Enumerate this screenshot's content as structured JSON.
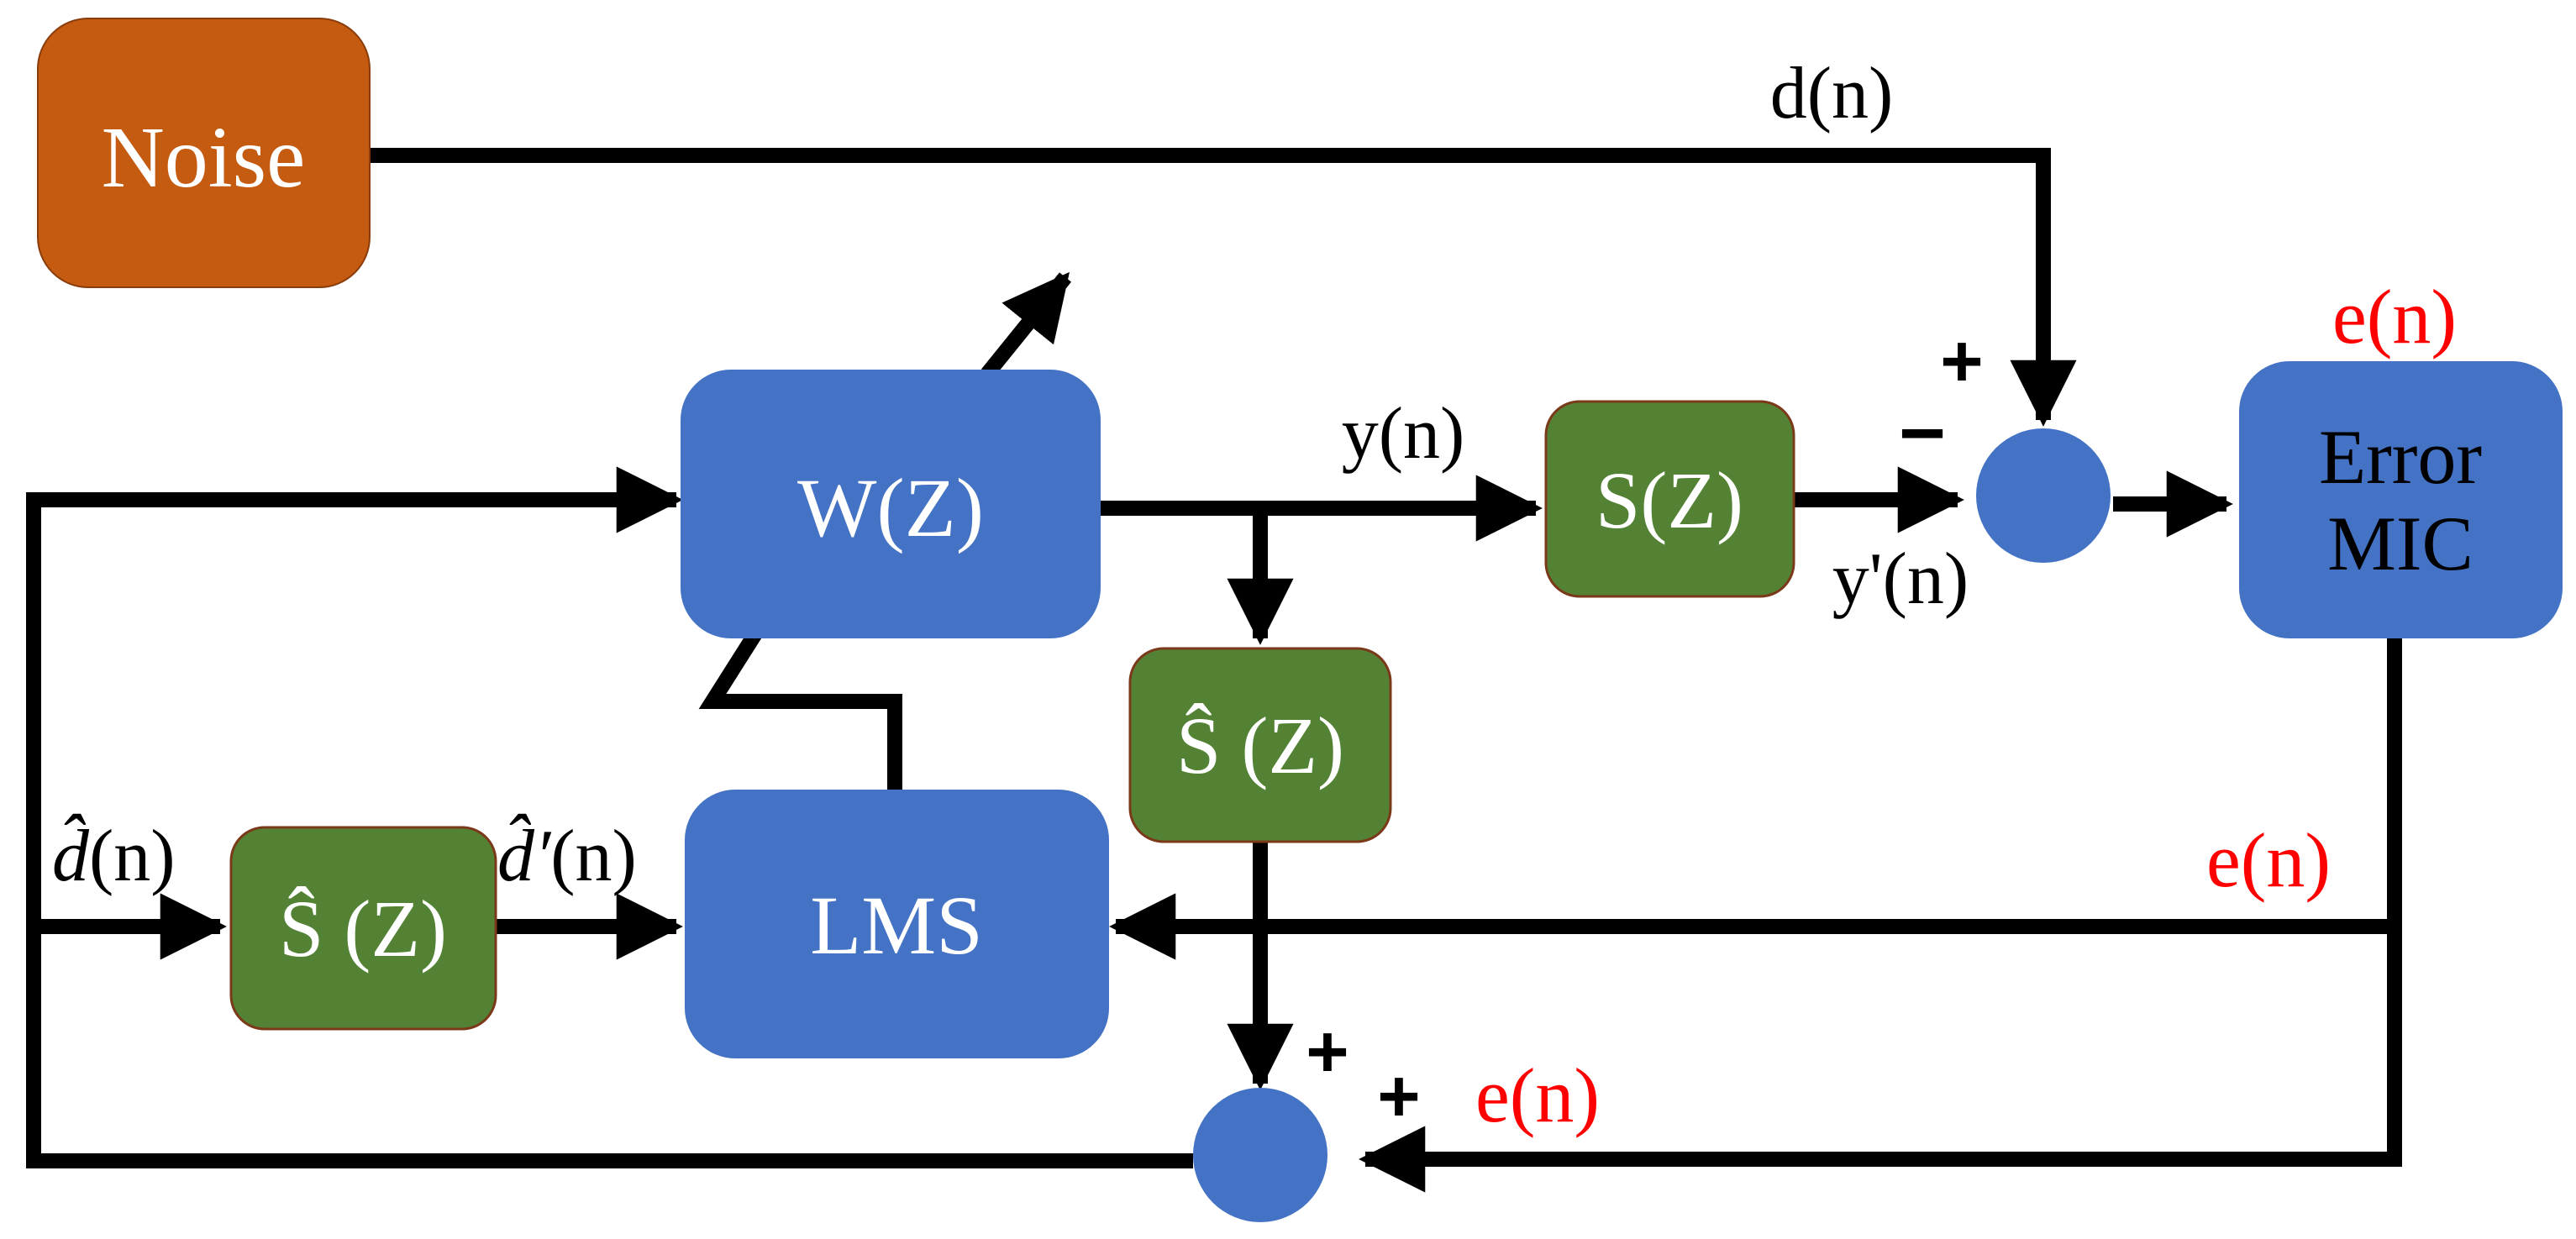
{
  "colors": {
    "noise_fill": "#C55A11",
    "blue_fill": "#4472C4",
    "green_fill": "#548235",
    "line": "#000000",
    "error_label": "#FF0000"
  },
  "blocks": {
    "noise": "Noise",
    "w": "W(Z)",
    "s": "S(Z)",
    "s_hat_mid": "Ŝ (Z)",
    "s_hat_left": "Ŝ (Z)",
    "lms": "LMS",
    "error_mic_line1": "Error",
    "error_mic_line2": "MIC"
  },
  "signals": {
    "d": "d(n)",
    "y": "y(n)",
    "y_prime": "y'(n)",
    "d_hat_sym": "d̂",
    "d_hat_arg": "(n)",
    "d_hat_prime_sym": "d̂′",
    "d_hat_prime_arg": "(n)",
    "e_top": "e(n)",
    "e_right": "e(n)",
    "e_bottom": "e(n)"
  },
  "signs": {
    "top_plus": "+",
    "top_minus": "−",
    "bottom_plus_1": "+",
    "bottom_plus_2": "+"
  }
}
